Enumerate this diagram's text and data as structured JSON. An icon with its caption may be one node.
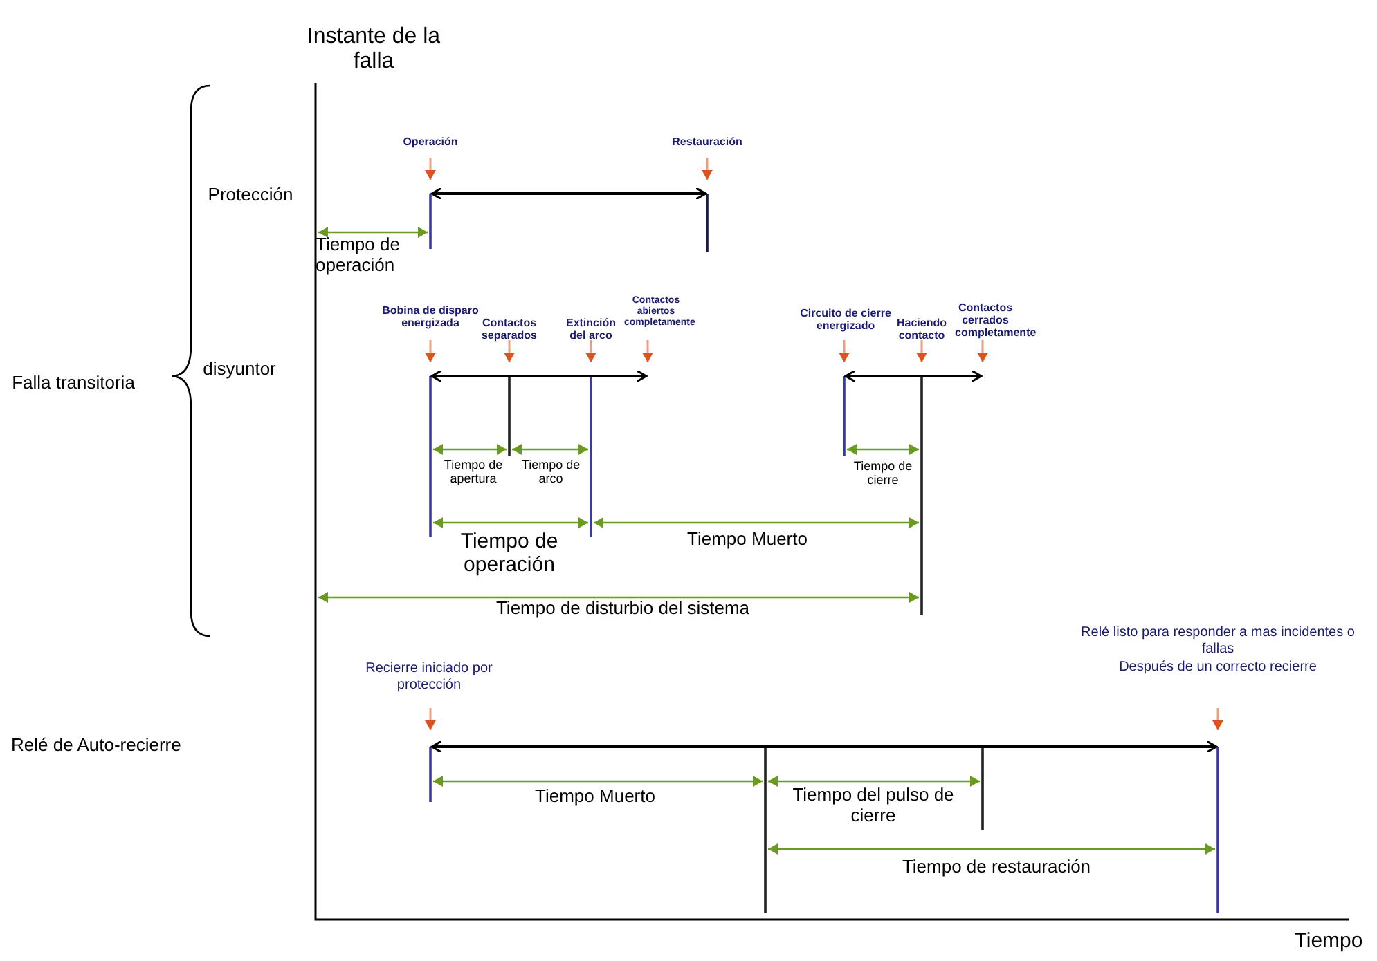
{
  "diagram": {
    "labels": [
      "Instante de la falla",
      "Operación",
      "Restauración",
      "Protección",
      "Tiempo de operación",
      "Bobina de disparo energizada",
      "Contactos separados",
      "Extinción del arco",
      "Contactos abiertos completamente",
      "Circuito de cierre energizado",
      "Haciendo contacto",
      "Contactos cerrados completamente",
      "Falla transitoria",
      "disyuntor",
      "Tiempo de apertura",
      "Tiempo de arco",
      "Tiempo de cierre",
      "Tiempo de operación",
      "Tiempo Muerto",
      "Tiempo de disturbio del sistema",
      "Recierre iniciado por protección",
      "Relé listo para responder a mas incidentes o fallas",
      "Después de un correcto recierre",
      "Relé de Auto-recierre",
      "Tiempo Muerto",
      "Tiempo del pulso de cierre",
      "Tiempo de restauración",
      "Tiempo"
    ]
  }
}
